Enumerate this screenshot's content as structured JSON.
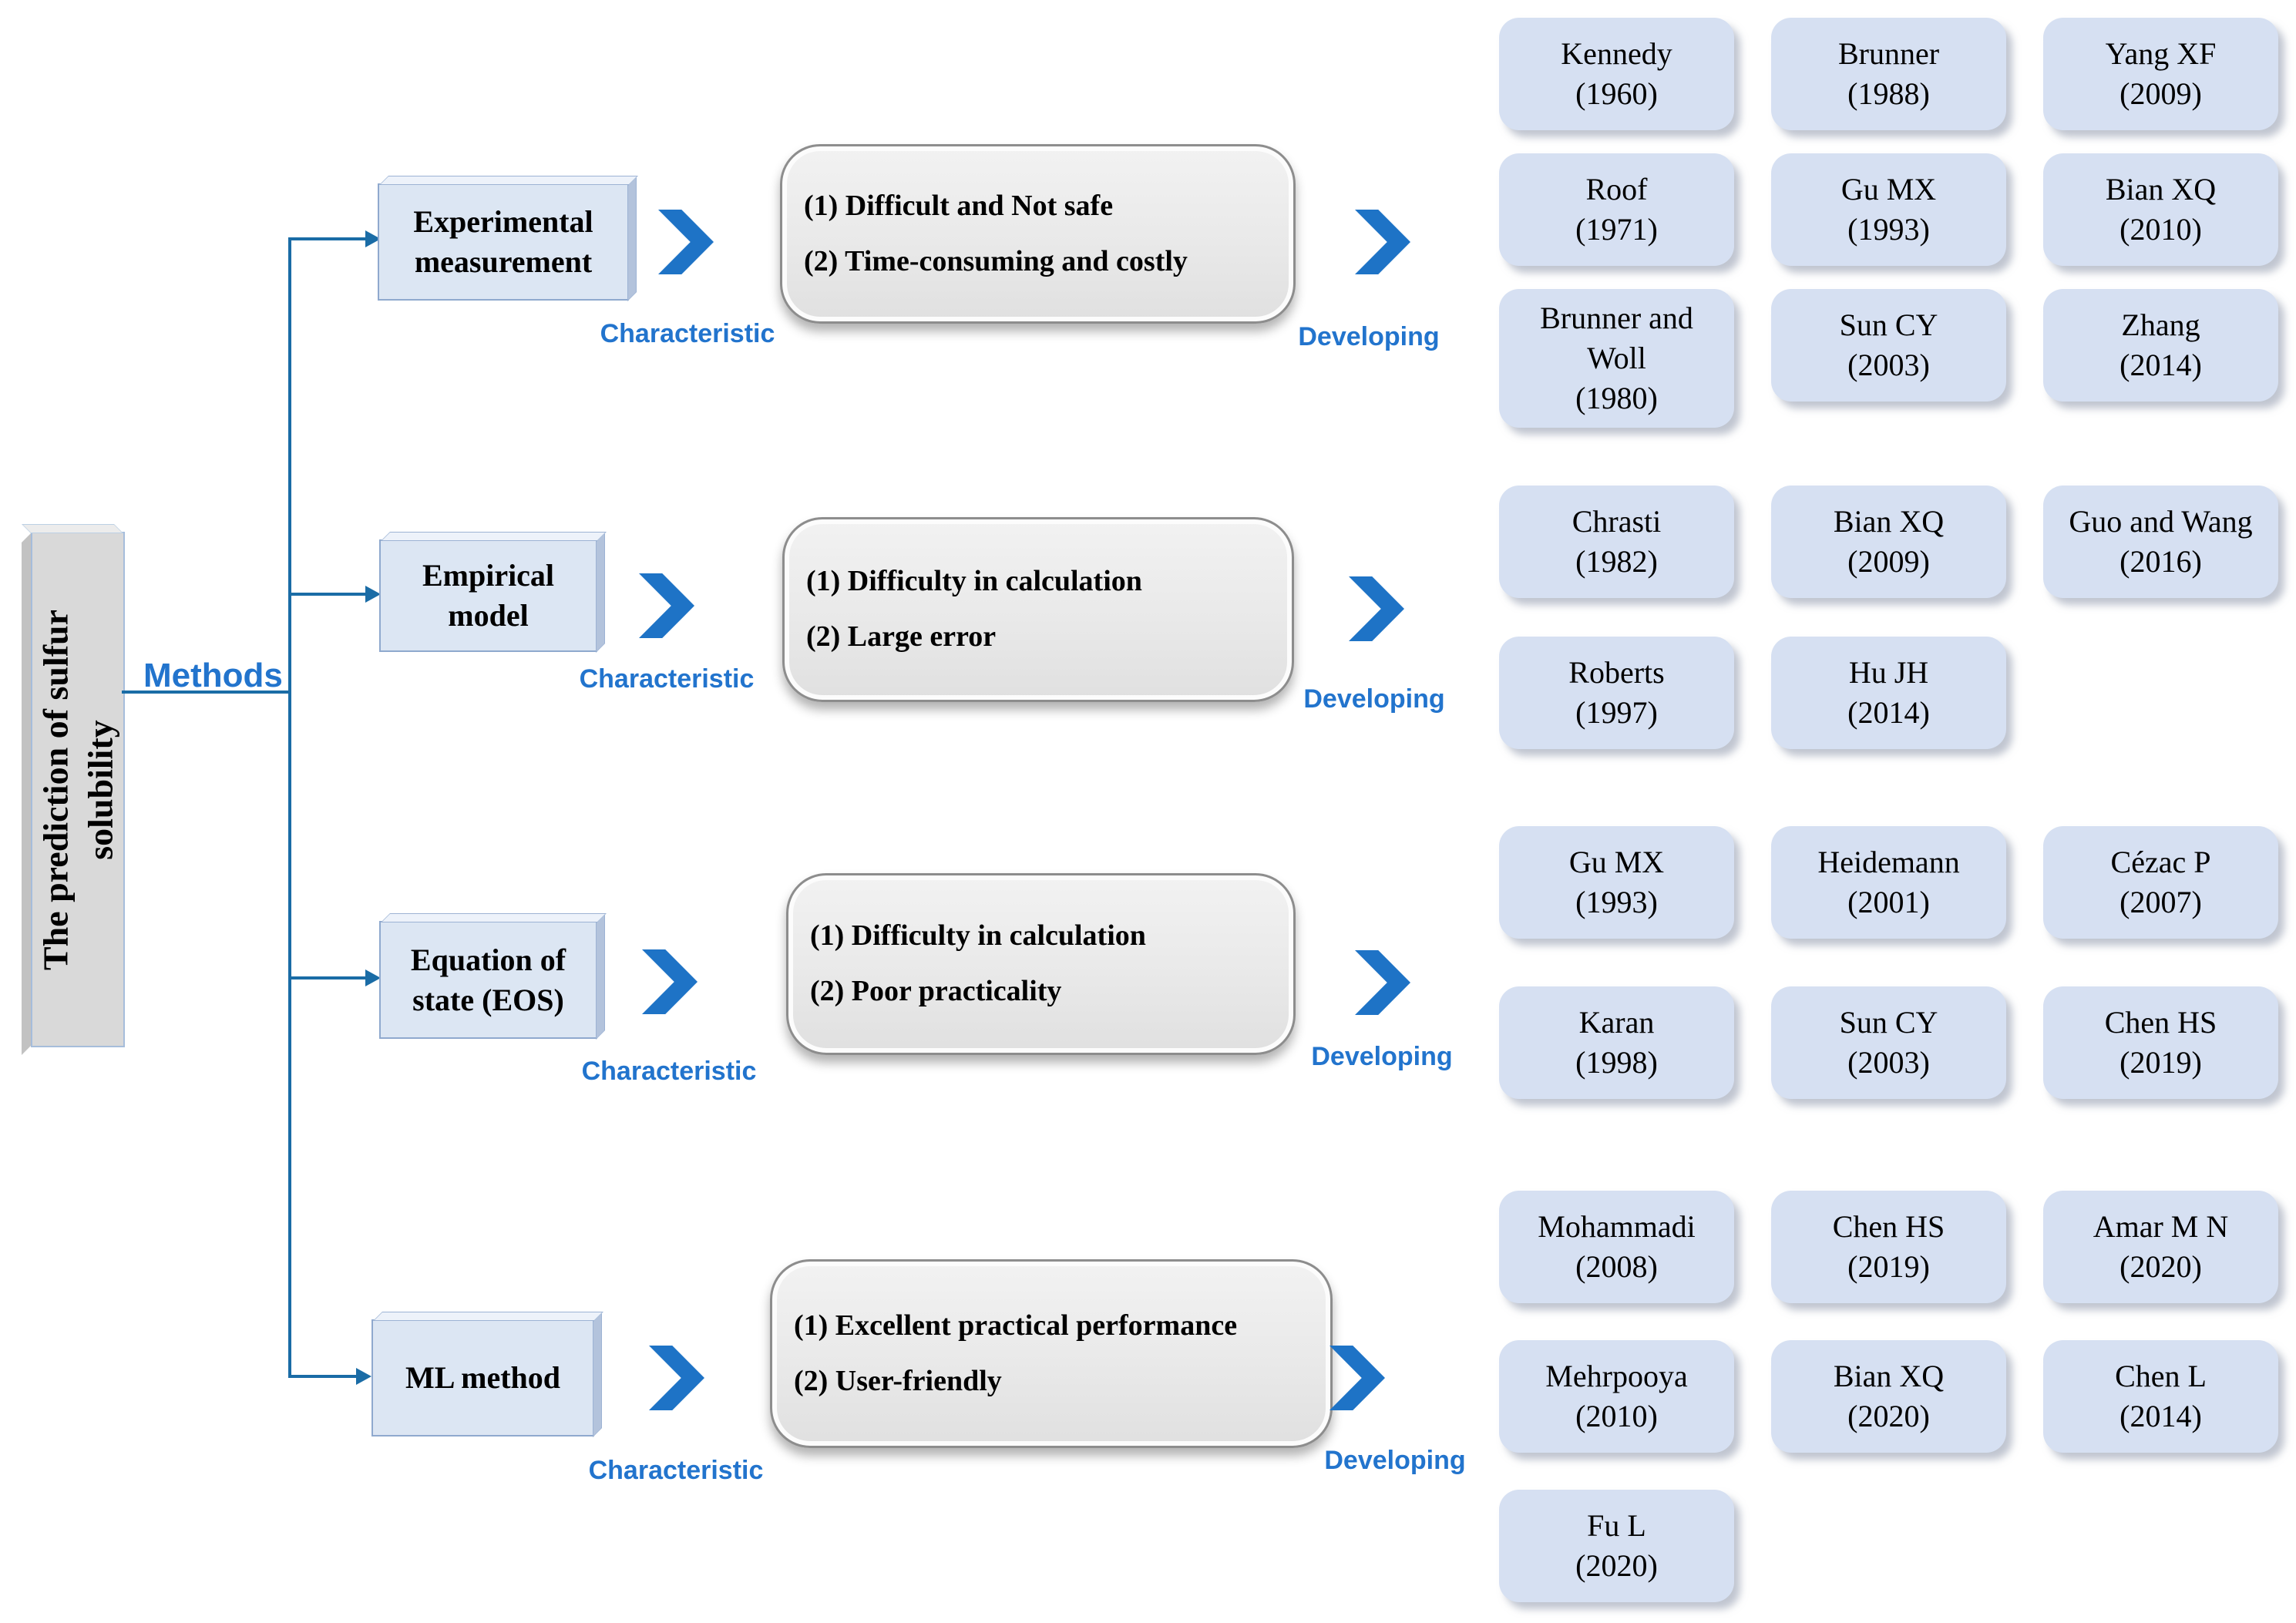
{
  "root": {
    "title": "The prediction of sulfur\nsolubility"
  },
  "methods_label": "Methods",
  "rows": [
    {
      "method": "Experimental\nmeasurement",
      "characteristic_label": "Characteristic",
      "developing_label": "Developing",
      "characteristics": [
        "(1) Difficult and Not safe",
        "(2) Time-consuming and costly"
      ],
      "references": [
        {
          "name": "Kennedy",
          "year": "(1960)"
        },
        {
          "name": "Brunner",
          "year": "(1988)"
        },
        {
          "name": "Yang XF",
          "year": "(2009)"
        },
        {
          "name": "Roof",
          "year": "(1971)"
        },
        {
          "name": "Gu MX",
          "year": "(1993)"
        },
        {
          "name": "Bian XQ",
          "year": "(2010)"
        },
        {
          "name": "Brunner and Woll",
          "year": "(1980)"
        },
        {
          "name": "Sun CY",
          "year": "(2003)"
        },
        {
          "name": "Zhang",
          "year": "(2014)"
        }
      ]
    },
    {
      "method": "Empirical\nmodel",
      "characteristic_label": "Characteristic",
      "developing_label": "Developing",
      "characteristics": [
        "(1) Difficulty in calculation",
        "(2) Large error"
      ],
      "references": [
        {
          "name": "Chrasti",
          "year": "(1982)"
        },
        {
          "name": "Bian XQ",
          "year": "(2009)"
        },
        {
          "name": "Guo and Wang",
          "year": "(2016)"
        },
        {
          "name": "Roberts",
          "year": "(1997)"
        },
        {
          "name": "Hu JH",
          "year": "(2014)"
        }
      ]
    },
    {
      "method": "Equation of\nstate (EOS)",
      "characteristic_label": "Characteristic",
      "developing_label": "Developing",
      "characteristics": [
        "(1) Difficulty in calculation",
        "(2) Poor practicality"
      ],
      "references": [
        {
          "name": "Gu MX",
          "year": "(1993)"
        },
        {
          "name": "Heidemann",
          "year": "(2001)"
        },
        {
          "name": "Cézac P",
          "year": "(2007)"
        },
        {
          "name": "Karan",
          "year": "(1998)"
        },
        {
          "name": "Sun CY",
          "year": "(2003)"
        },
        {
          "name": "Chen HS",
          "year": "(2019)"
        }
      ]
    },
    {
      "method": "ML method",
      "characteristic_label": "Characteristic",
      "developing_label": "Developing",
      "characteristics": [
        "(1) Excellent practical performance",
        "(2) User-friendly"
      ],
      "references": [
        {
          "name": "Mohammadi",
          "year": "(2008)"
        },
        {
          "name": "Chen HS",
          "year": "(2019)"
        },
        {
          "name": "Amar M N",
          "year": "(2020)"
        },
        {
          "name": "Mehrpooya",
          "year": "(2010)"
        },
        {
          "name": "Bian XQ",
          "year": "(2020)"
        },
        {
          "name": "Chen L",
          "year": "(2014)"
        },
        {
          "name": "Fu L",
          "year": "(2020)"
        }
      ]
    }
  ],
  "colors": {
    "accent_blue": "#2274cd",
    "chevron_blue": "#1e73c6",
    "connector_blue": "#1a6ca6",
    "chip_bg": "#d6e0f2",
    "method_box_bg": "#dce6f3",
    "gray_box_bg": "#e9e9e9"
  }
}
